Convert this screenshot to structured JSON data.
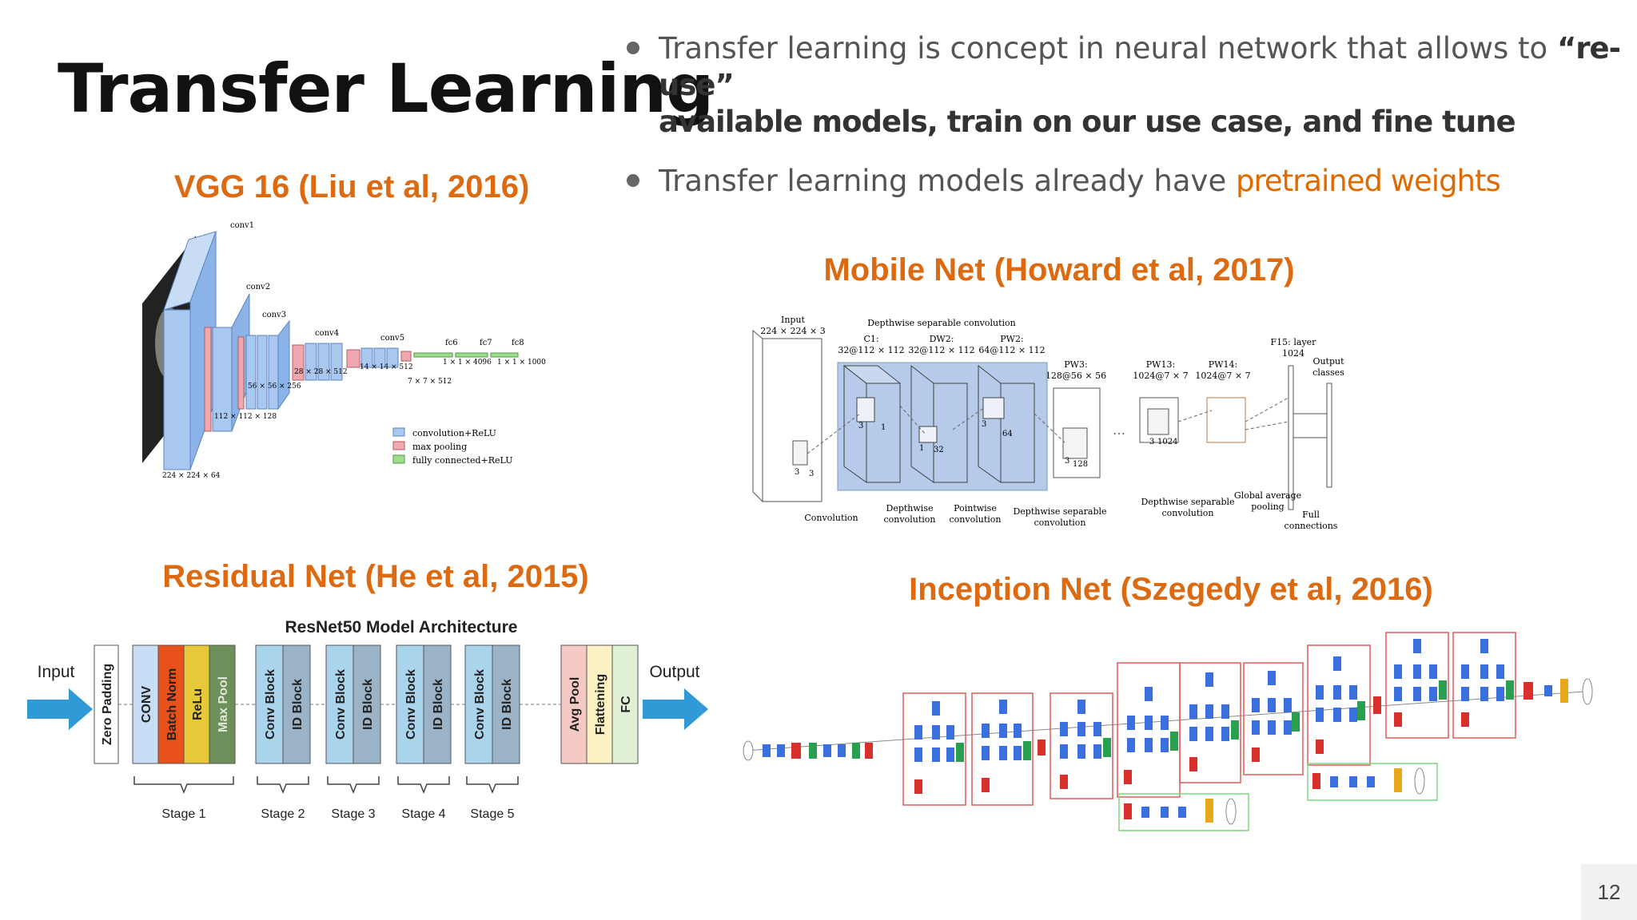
{
  "title": "Transfer Learning",
  "bullets": {
    "b1_pre": "Transfer learning is concept in neural network that allows to ",
    "b1_quote": "“re-use”",
    "b1_line2": "available models, train on our use case, and fine tune",
    "b2_pre": "Transfer learning models already have ",
    "b2_hl": "pretrained weights"
  },
  "sections": {
    "vgg": "VGG 16 (Liu et al, 2016)",
    "mobile": "Mobile Net (Howard et al, 2017)",
    "resnet": "Residual Net (He et al, 2015)",
    "inception": "Inception Net (Szegedy et al, 2016)"
  },
  "vgg": {
    "layers": [
      "conv1",
      "conv2",
      "conv3",
      "conv4",
      "conv5",
      "fc6",
      "fc7",
      "fc8"
    ],
    "dims": [
      "224 × 224 × 64",
      "112 × 112 × 128",
      "56 × 56 × 256",
      "28 × 28 × 512",
      "14 × 14 × 512",
      "7 × 7 × 512",
      "1 × 1 × 4096",
      "1 × 1 × 1000"
    ],
    "legend": [
      "convolution+ReLU",
      "max pooling",
      "fully connected+ReLU"
    ],
    "colors": {
      "conv": "#a9c8f0",
      "pool": "#f0a8b0",
      "fc": "#9fdc8f"
    }
  },
  "mobile": {
    "input": [
      "Input",
      "224 × 224 × 3"
    ],
    "dsc_title": "Depthwise separable convolution",
    "top": [
      [
        "C1:",
        "32@112 × 112"
      ],
      [
        "DW2:",
        "32@112 × 112"
      ],
      [
        "PW2:",
        "64@112 × 112"
      ],
      [
        "PW3:",
        "128@56 × 56"
      ],
      [
        "PW13:",
        "1024@7 × 7"
      ],
      [
        "PW14:",
        "1024@7 × 7"
      ],
      [
        "F15: layer",
        "1024"
      ],
      [
        "Output",
        "classes"
      ]
    ],
    "nums": [
      "3",
      "3",
      "3",
      "1",
      "1",
      "32",
      "3",
      "64",
      "3",
      "128",
      "3",
      "1024"
    ],
    "ellipsis": "…",
    "bottom": [
      [
        "Convolution"
      ],
      [
        "Depthwise",
        "convolution"
      ],
      [
        "Pointwise",
        "convolution"
      ],
      [
        "Depthwise separable",
        "convolution"
      ],
      [
        "Depthwise separable",
        "convolution"
      ],
      [
        "Global average",
        "pooling"
      ],
      [
        "Full",
        "connections"
      ]
    ]
  },
  "resnet": {
    "title": "ResNet50 Model Architecture",
    "input": "Input",
    "output": "Output",
    "blocks": [
      "Zero Padding",
      "CONV",
      "Batch Norm",
      "ReLu",
      "Max Pool",
      "Conv Block",
      "ID Block",
      "Conv Block",
      "ID Block",
      "Conv Block",
      "ID Block",
      "Conv Block",
      "ID Block",
      "Avg Pool",
      "Flattening",
      "FC"
    ],
    "stages": [
      "Stage 1",
      "Stage 2",
      "Stage 3",
      "Stage 4",
      "Stage 5"
    ],
    "colors": {
      "conv": "#c7ddf3",
      "bn": "#e8511c",
      "relu": "#e6c83a",
      "pool": "#6d8f5a",
      "cb": "#a9d4ec",
      "id": "#9ab3c6",
      "avg": "#f5c9c4",
      "flat": "#fbf1c2",
      "fc": "#dff0d4",
      "arrow": "#2f9ad6"
    }
  },
  "page_number": "12"
}
